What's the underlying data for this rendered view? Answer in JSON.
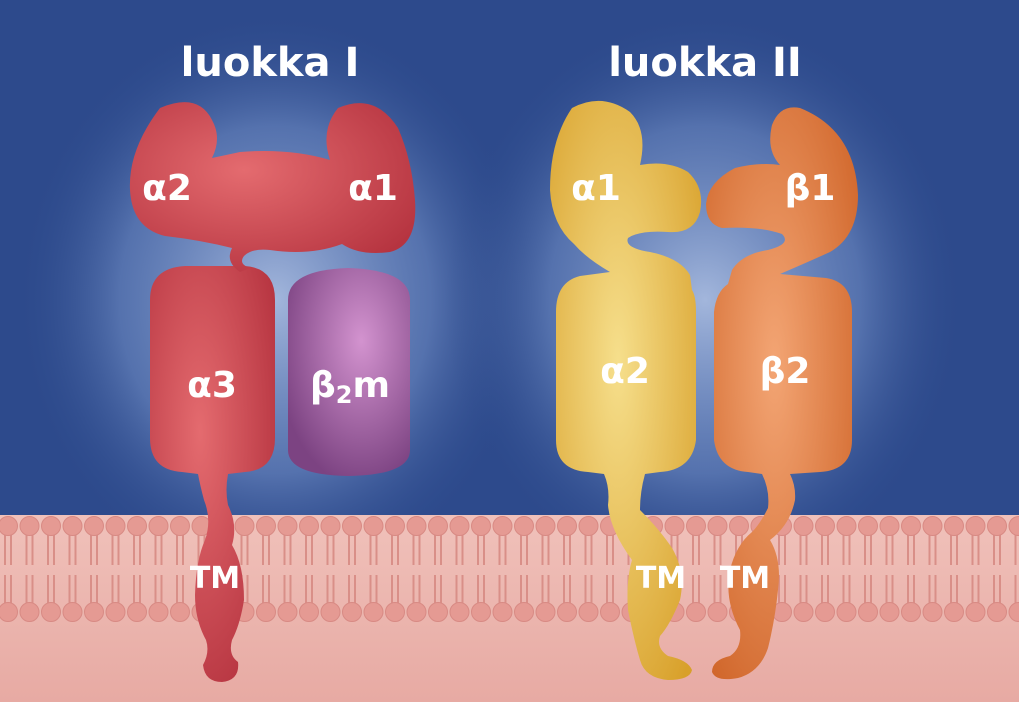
{
  "titles": {
    "class1": "luokka I",
    "class2": "luokka II"
  },
  "class1": {
    "a1": "α1",
    "a2": "α2",
    "a3": "α3",
    "b2m_main": "β",
    "b2m_sub": "2",
    "b2m_tail": "m",
    "tm": "TM"
  },
  "class2": {
    "a1": "α1",
    "a2": "α2",
    "b1": "β1",
    "b2": "β2",
    "tm_alpha": "TM",
    "tm_beta": "TM"
  },
  "colors": {
    "background": "#2d4a8c",
    "background_glow": "#8fa6d1",
    "membrane": "#e8aaa2",
    "membrane_head": "#e59a93",
    "class1_protein": "#c9404a",
    "beta2_microglobulin": "#9a5aa0",
    "class2_alpha": "#e5b23a",
    "class2_beta": "#e1783a"
  }
}
